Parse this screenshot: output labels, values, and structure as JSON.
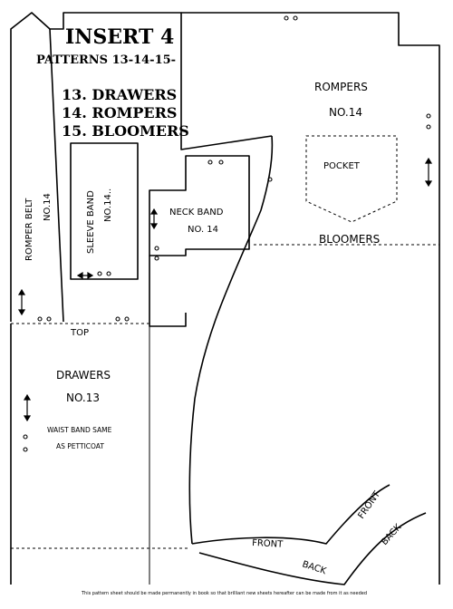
{
  "header": {
    "title": "INSERT 4",
    "subtitle": "PATTERNS 13-14-15-",
    "pattern_list": [
      "13. DRAWERS",
      "14. ROMPERS",
      "15. BLOOMERS"
    ]
  },
  "pieces": {
    "rompers": {
      "name": "ROMPERS",
      "number": "NO.14"
    },
    "pocket": {
      "name": "POCKET"
    },
    "bloomers": {
      "name": "BLOOMERS"
    },
    "neck_band": {
      "name": "NECK BAND",
      "number": "NO. 14"
    },
    "sleeve_band": {
      "name": "SLEEVE BAND",
      "number": "NO.14.."
    },
    "romper_belt": {
      "name": "ROMPER BELT",
      "number": "NO.14"
    },
    "drawers": {
      "name": "DRAWERS",
      "number": "NO.13",
      "note_line1": "WAIST BAND SAME",
      "note_line2": "AS PETTICOAT"
    },
    "top": {
      "label": "TOP"
    },
    "front": {
      "label": "FRONT"
    },
    "back": {
      "label": "BACK"
    },
    "front_upper": {
      "label": "FRONT"
    },
    "back_upper": {
      "label": "BACK"
    }
  },
  "footer": {
    "note": "This pattern sheet should be made permanently in book so that brilliant new sheets hereafter can be made from it as needed"
  }
}
